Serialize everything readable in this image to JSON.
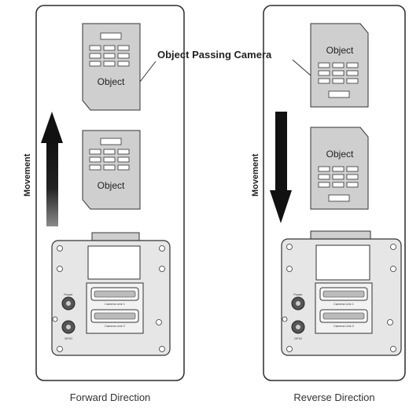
{
  "callout": {
    "text": "Object Passing Camera"
  },
  "panels": [
    {
      "caption": "Forward Direction",
      "movement_label": "Movement",
      "objects": [
        "Object",
        "Object"
      ],
      "camera": {
        "port_top": "Power",
        "port_bottom": "GPIO",
        "connector_1": "Camera Link 1",
        "connector_2": "Camera Link 2"
      }
    },
    {
      "caption": "Reverse Direction",
      "movement_label": "Movement",
      "objects": [
        "Object",
        "Object"
      ],
      "camera": {
        "port_top": "Power",
        "port_bottom": "GPIO",
        "connector_1": "Camera Link 1",
        "connector_2": "Camera Link 2"
      }
    }
  ],
  "colors": {
    "panel_border": "#2b2b2b",
    "object_fill": "#cfcfcf",
    "camera_fill": "#e6e6e6",
    "arrow": "#111111"
  }
}
